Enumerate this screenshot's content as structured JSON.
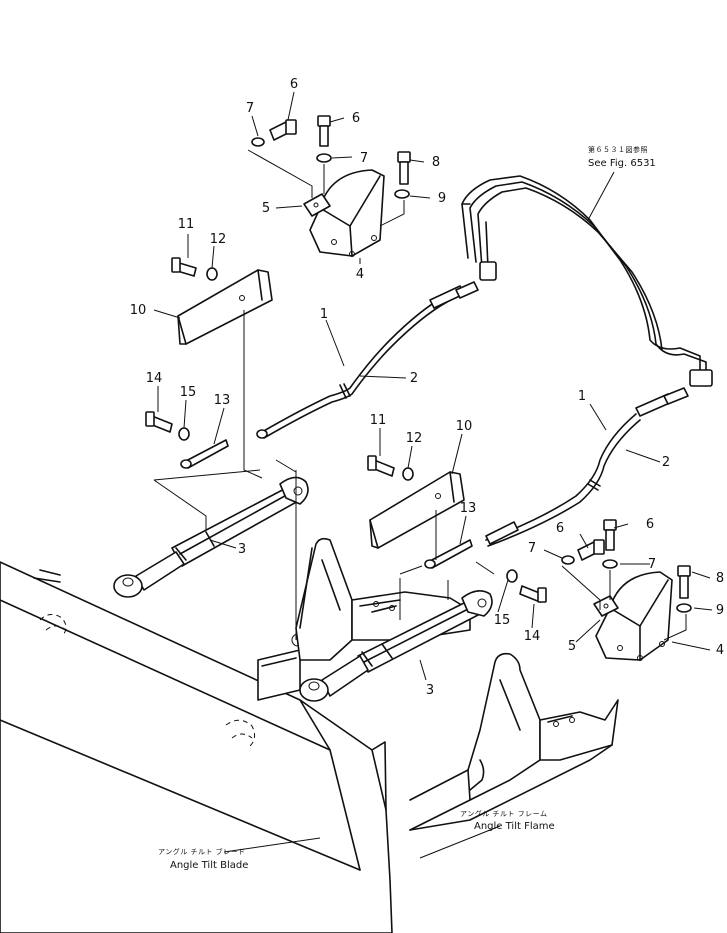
{
  "callouts": {
    "c1a": "1",
    "c1b": "1",
    "c2a": "2",
    "c2b": "2",
    "c3a": "3",
    "c3b": "3",
    "c4a": "4",
    "c4b": "4",
    "c5a": "5",
    "c5b": "5",
    "c6a": "6",
    "c6b": "6",
    "c6c": "6",
    "c6d": "6",
    "c7a": "7",
    "c7b": "7",
    "c7c": "7",
    "c7d": "7",
    "c8a": "8",
    "c8b": "8",
    "c9a": "9",
    "c9b": "9",
    "c10a": "10",
    "c10b": "10",
    "c11a": "11",
    "c11b": "11",
    "c12a": "12",
    "c12b": "12",
    "c13a": "13",
    "c13b": "13",
    "c14a": "14",
    "c14b": "14",
    "c15a": "15",
    "c15b": "15"
  },
  "notes": {
    "see_fig_jp": "第６５３１図参照",
    "see_fig_en": "See Fig. 6531",
    "frame_jp": "アングル チルト フレーム",
    "frame_en": "Angle Tilt Flame",
    "blade_jp": "アングル チルト ブレード",
    "blade_en": "Angle Tilt Blade"
  }
}
